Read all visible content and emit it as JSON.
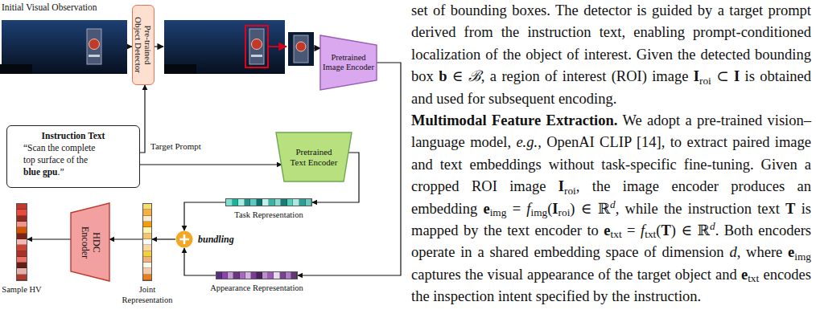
{
  "diagram": {
    "nodes": [
      {
        "text": [
          "Initial Visual Observation"
        ]
      },
      {
        "text": [
          "Pre-trained Object Detector"
        ]
      },
      {
        "text": [
          "Pretrained Image Encoder"
        ]
      },
      {
        "text": [
          "Instruction Text",
          "“Scan the complete top surface of the ",
          "blue gpu",
          ".”"
        ]
      },
      {
        "text": [
          "Pretrained Text Encoder"
        ]
      },
      {
        "text": [
          "Task Representation"
        ]
      },
      {
        "text": [
          "bundling"
        ]
      },
      {
        "text": [
          "Appearance Representation"
        ]
      },
      {
        "text": [
          "Joint Representation"
        ]
      },
      {
        "text": [
          "HDC Encoder"
        ]
      },
      {
        "text": [
          "Sample HV"
        ]
      }
    ],
    "edges": [
      {
        "from": 0,
        "to": 1,
        "arrow": "to"
      },
      {
        "from": 3,
        "to": 1,
        "label": "Target Prompt",
        "arrow": "to"
      },
      {
        "from": 3,
        "to": 4,
        "arrow": "to"
      },
      {
        "from": 4,
        "to": 5,
        "arrow": "to"
      },
      {
        "from": 5,
        "to": 6,
        "arrow": "to"
      },
      {
        "from": 2,
        "to": 7,
        "arrow": "to"
      },
      {
        "from": 7,
        "to": 6,
        "arrow": "to"
      },
      {
        "from": 6,
        "to": 8,
        "arrow": "to"
      },
      {
        "from": 8,
        "to": 9,
        "arrow": "to"
      },
      {
        "from": 9,
        "to": 10,
        "arrow": "to"
      }
    ],
    "labels": [
      "set of bounding boxes. The detector is guided by a target prompt derived from the instruction text, enabling prompt-conditioned localization of the object of interest. Given the detected bounding box ",
      "b",
      " ∈ ",
      "ℬ",
      ", a region of interest (ROI) image ",
      "I",
      "roi",
      " ⊂ ",
      "I",
      " is obtained and used for subsequent encoding.",
      "Multimodal Feature Extraction.",
      " We adopt a pre-trained vision–language model, ",
      "e.g.",
      ", OpenAI CLIP [14], to extract paired image and text embeddings without task-specific fine-tuning. Given a cropped ROI image ",
      "I",
      "roi",
      ", the image encoder produces an embedding ",
      "e",
      "img",
      " = ",
      "f",
      "img",
      "(",
      "I",
      "roi",
      ") ∈ ℝ",
      "d",
      ", while the instruction text ",
      "T",
      " is mapped by the text encoder to ",
      "e",
      "txt",
      " = ",
      "f",
      "txt",
      "(",
      "T",
      ") ∈ ℝ",
      "d",
      ". Both encoders operate in a shared embedding space of dimension ",
      "d",
      ", where ",
      "e",
      "img",
      " captures the visual appearance of the target object and ",
      "e",
      "txt",
      " encodes the inspection intent specified by the instruction."
    ]
  }
}
